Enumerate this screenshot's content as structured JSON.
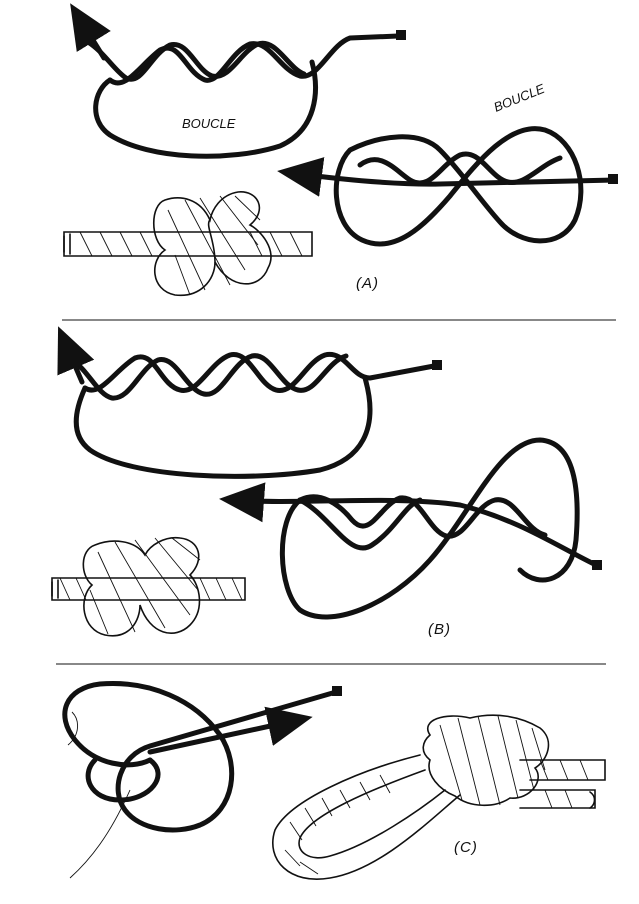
{
  "diagram": {
    "panels": [
      {
        "id": "A",
        "caption": "(A)",
        "labels": [
          "BOUCLE",
          "BOUCLE"
        ]
      },
      {
        "id": "B",
        "caption": "(B)",
        "labels": []
      },
      {
        "id": "C",
        "caption": "(C)",
        "labels": []
      }
    ]
  }
}
